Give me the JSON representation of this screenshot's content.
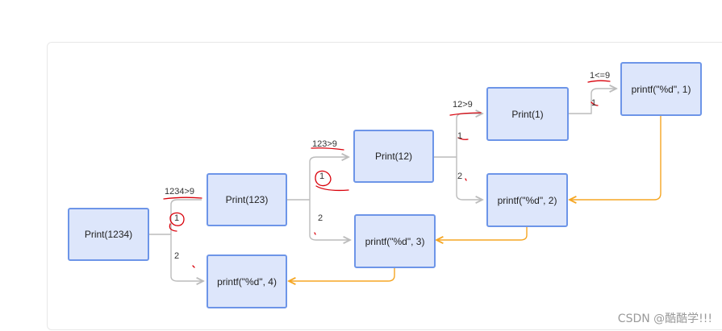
{
  "nodes": {
    "print_1234": "Print(1234)",
    "print_123": "Print(123)",
    "print_12": "Print(12)",
    "print_1": "Print(1)",
    "printf_1": "printf(\"%d\", 1)",
    "printf_2": "printf(\"%d\", 2)",
    "printf_3": "printf(\"%d\", 3)",
    "printf_4": "printf(\"%d\", 4)"
  },
  "labels": {
    "cond_1234": "1234>9",
    "cond_123": "123>9",
    "cond_12": "12>9",
    "cond_1": "1<=9",
    "step1_a": "1",
    "step2_a": "2",
    "step1_b": "1",
    "step2_b": "2",
    "step1_c": "1",
    "step2_c": "2",
    "step1_d": "1"
  },
  "watermark": "CSDN @酷酷学!!!",
  "colors": {
    "node_fill": "#dde6fb",
    "node_border": "#6d95e8",
    "call_arrow": "#bcbcbc",
    "return_arrow": "#f5a623",
    "annotation": "#d9000a"
  }
}
